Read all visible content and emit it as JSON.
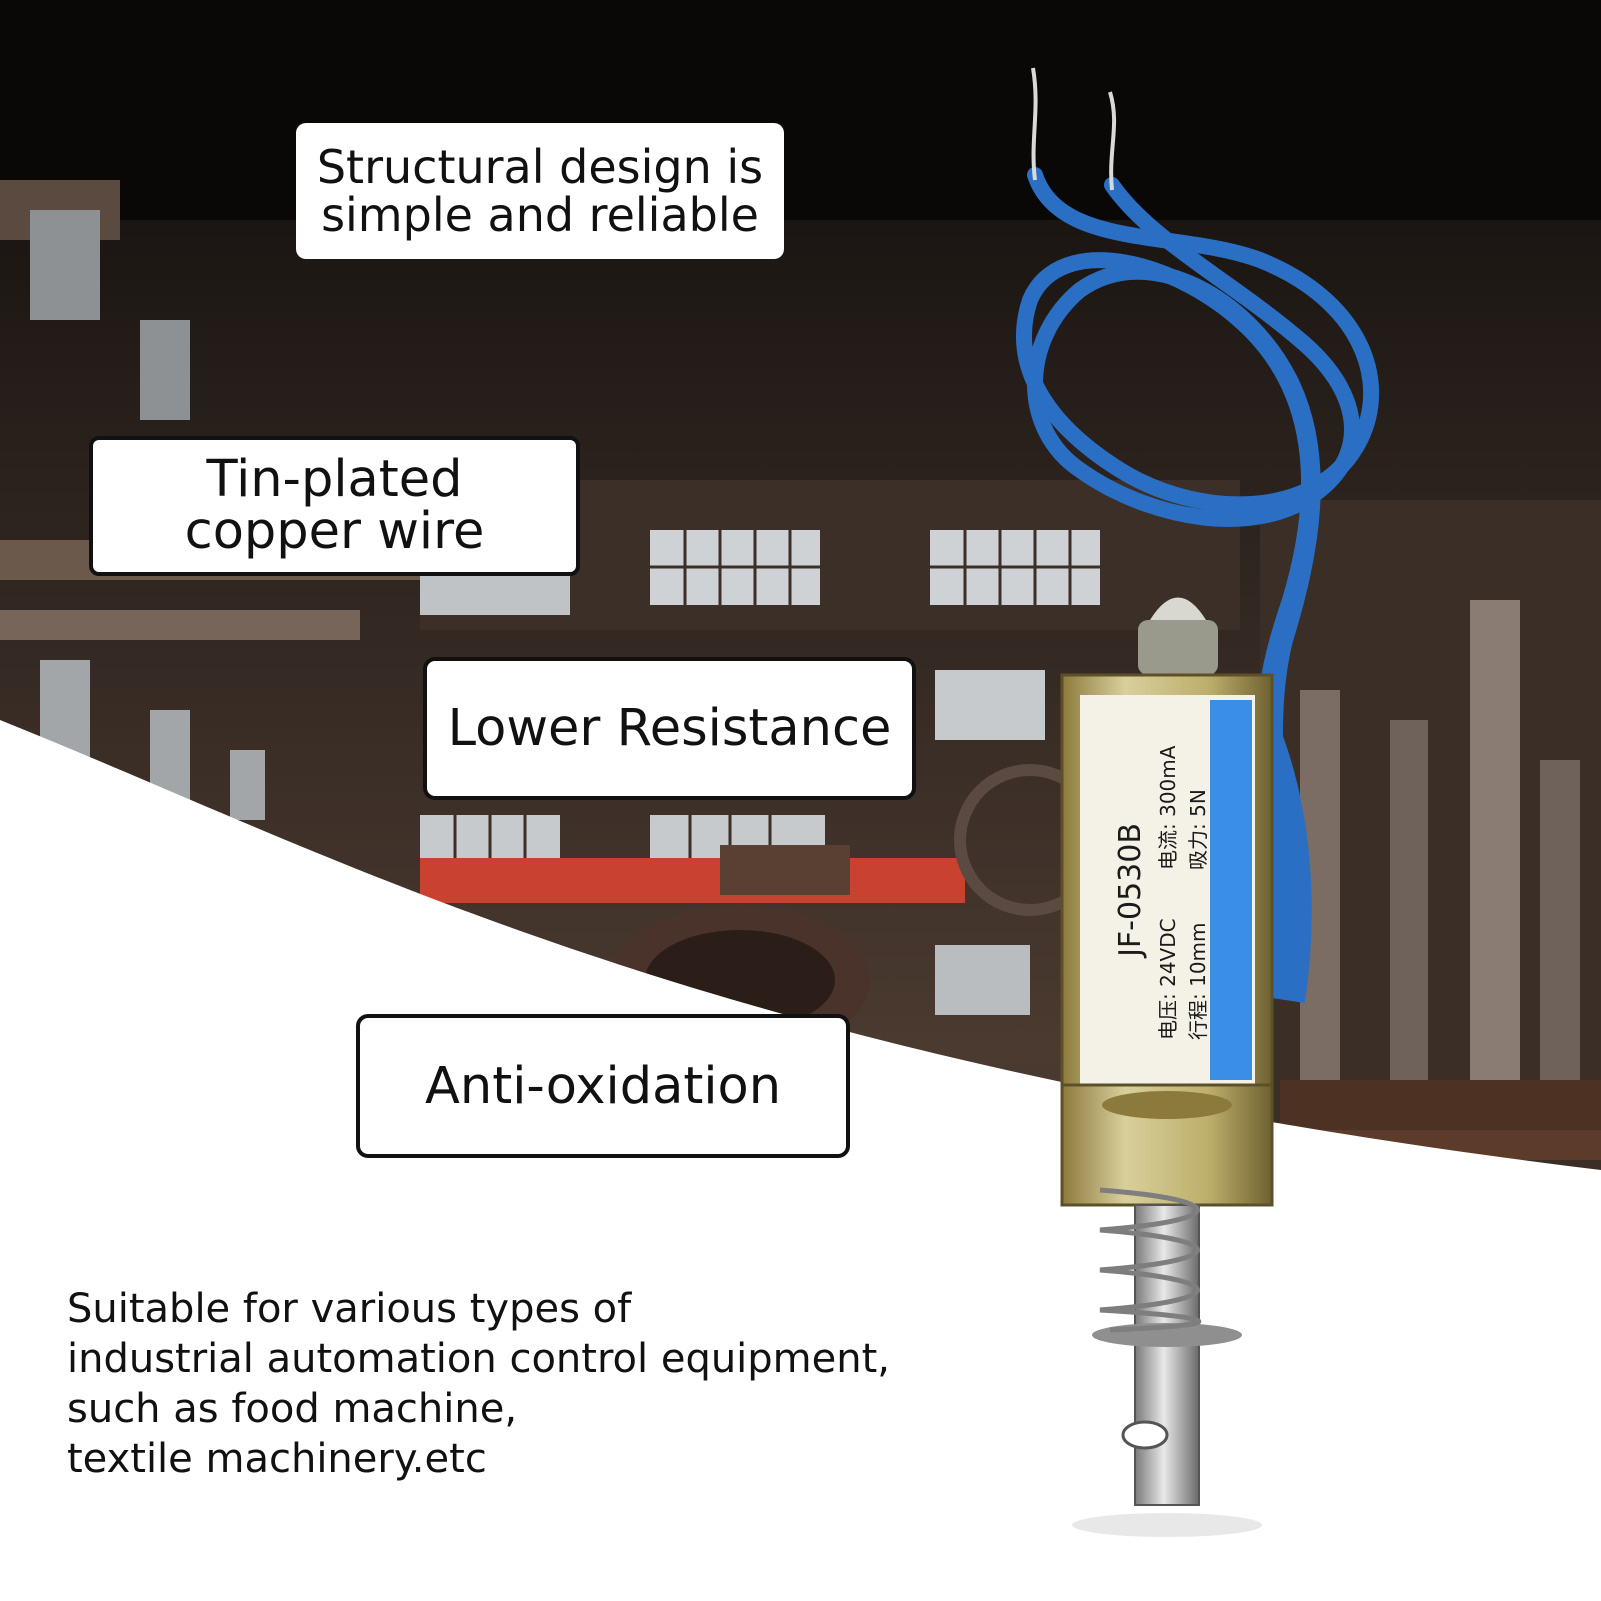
{
  "callouts": {
    "structural": [
      "Structural design is",
      "simple and reliable"
    ],
    "wire": [
      "Tin-plated",
      "copper wire"
    ],
    "resistance": "Lower Resistance",
    "oxidation": "Anti-oxidation"
  },
  "description": [
    "Suitable for various types of",
    "industrial automation control equipment,",
    "such as food machine,",
    "textile machinery.etc"
  ],
  "product_label": {
    "model": "JF-0530B",
    "voltage": "电压: 24VDC",
    "current": "电流: 300mA",
    "stroke": "行程: 10mm",
    "force": "吸力: 5N"
  },
  "colors": {
    "wire": "#2a6fc4",
    "label_stripe": "#3a8ee6",
    "background_dark": "#1a1512",
    "panel": "#ffffff"
  }
}
